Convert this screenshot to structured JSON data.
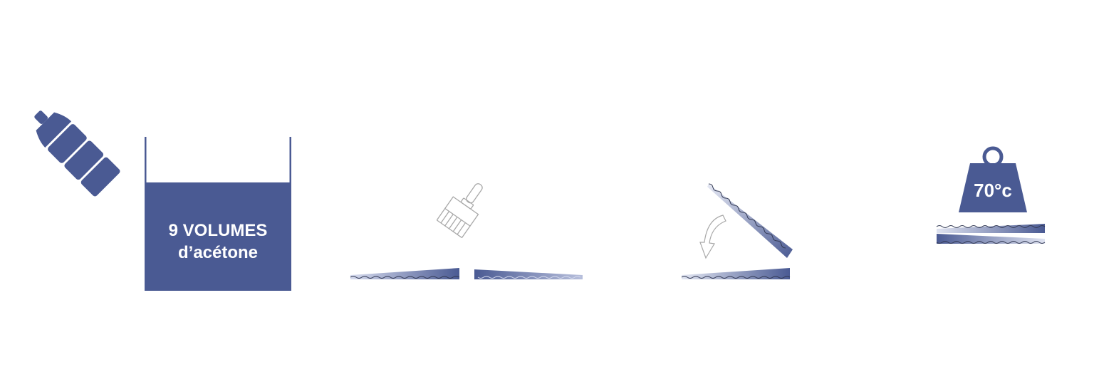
{
  "colors": {
    "primary": "#4a5a93",
    "strip_light": "#d6dbee",
    "outline_gray": "#a8a8a8"
  },
  "steps": [
    {
      "name": "dissolve",
      "icons": [
        "plastic-bottle-icon",
        "beaker-icon"
      ],
      "beaker_label_line1": "9 VOLUMES",
      "beaker_label_line2": "d’acétone"
    },
    {
      "name": "apply-glue",
      "icons": [
        "paint-brush-icon",
        "wavy-strip-icon",
        "wavy-strip-icon"
      ]
    },
    {
      "name": "fold-together",
      "icons": [
        "curved-arrow-icon",
        "wavy-strip-icon",
        "wavy-strip-icon"
      ]
    },
    {
      "name": "press-heat",
      "icons": [
        "weight-icon",
        "wavy-strip-icon",
        "wavy-strip-icon"
      ],
      "weight_label": "70°c"
    }
  ]
}
